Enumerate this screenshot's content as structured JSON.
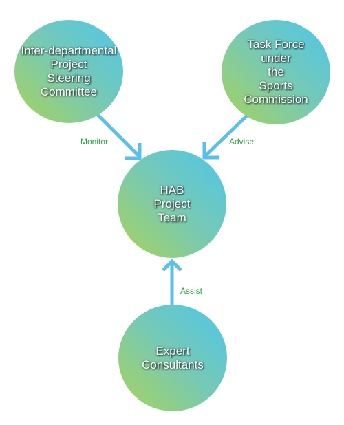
{
  "diagram": {
    "nodes": {
      "steering": {
        "lines": [
          "Inter-departmental",
          "Project",
          "Steering",
          "Committee"
        ]
      },
      "taskforce": {
        "lines": [
          "Task Force",
          "under",
          "the",
          "Sports",
          "Commission"
        ]
      },
      "hab": {
        "lines": [
          "HAB",
          "Project",
          "Team"
        ]
      },
      "expert": {
        "lines": [
          "Expert",
          "Consultants"
        ]
      }
    },
    "edges": {
      "monitor": {
        "from": "steering",
        "to": "hab",
        "label": "Monitor"
      },
      "advise": {
        "from": "taskforce",
        "to": "hab",
        "label": "Advise"
      },
      "assist": {
        "from": "expert",
        "to": "hab",
        "label": "Assist"
      }
    }
  },
  "colors": {
    "arrow": "#5bbfe8",
    "edge_label": "#2ba64a",
    "node_gradient_start": "#4ec6ea",
    "node_gradient_end": "#a8d35a",
    "node_text": "#ffffff"
  }
}
